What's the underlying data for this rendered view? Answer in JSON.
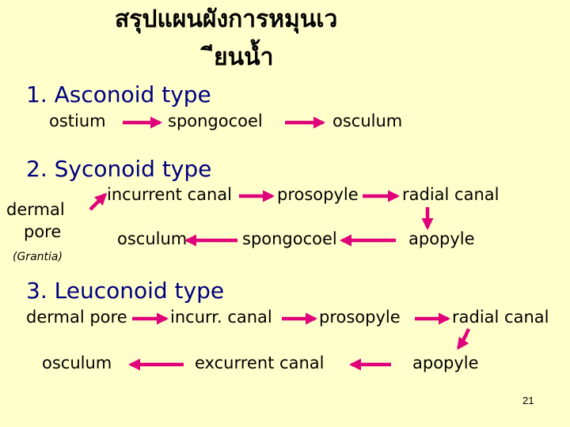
{
  "title": {
    "line1": "สรุปแผนผังการหมุนเว",
    "line2": "ียนน้ำ"
  },
  "asconoid": {
    "heading": "1. Asconoid type",
    "terms": [
      "ostium",
      "spongocoel",
      "osculum"
    ]
  },
  "syconoid": {
    "heading": "2. Syconoid type",
    "start_line1": "dermal",
    "start_line2": "pore",
    "example": "(Grantia)",
    "row1": [
      "incurrent canal",
      "prosopyle",
      "radial canal"
    ],
    "row2": [
      "osculum",
      "spongocoel",
      "apopyle"
    ]
  },
  "leuconoid": {
    "heading": "3. Leuconoid type",
    "row1": [
      "dermal pore",
      "incurr. canal",
      "prosopyle",
      "radial canal"
    ],
    "row2": [
      "osculum",
      "excurrent canal",
      "apopyle"
    ]
  },
  "page_number": "21",
  "colors": {
    "arrow": "#e0007a",
    "heading": "#000080",
    "background": "#ffffcc"
  }
}
